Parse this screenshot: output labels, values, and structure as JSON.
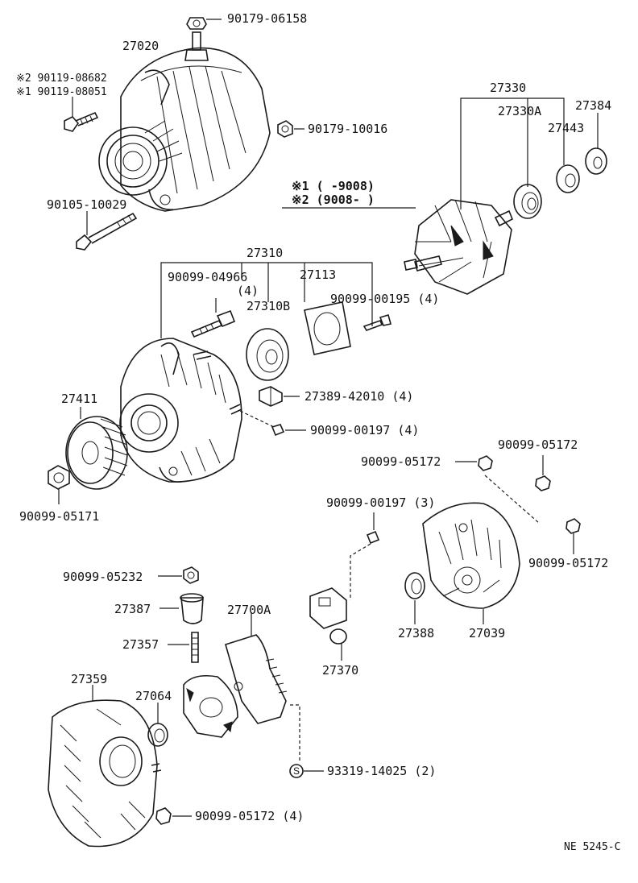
{
  "labels": {
    "p90179_06158": "90179-06158",
    "p27020": "27020",
    "mark2_90119_08682": "※2 90119-08682",
    "mark1_90119_08051": "※1 90119-08051",
    "p90179_10016": "90179-10016",
    "p90105_10029": "90105-10029",
    "p27330": "27330",
    "p27330A": "27330A",
    "p27384": "27384",
    "p27443": "27443",
    "note1": "※1 (      -9008)",
    "note2": "※2 (9008-     )",
    "p27310": "27310",
    "p90099_04966": "90099-04966",
    "qty4_a": "(4)",
    "p27113": "27113",
    "p27310B": "27310B",
    "p90099_00195": "90099-00195 (4)",
    "p27389_42010": "27389-42010 (4)",
    "p27411": "27411",
    "p90099_00197_4": "90099-00197 (4)",
    "p90099_05172_a": "90099-05172",
    "p90099_05172_b": "90099-05172",
    "p90099_05171": "90099-05171",
    "p90099_00197_3": "90099-00197 (3)",
    "p90099_05172_c": "90099-05172",
    "p90099_05232": "90099-05232",
    "p27387": "27387",
    "p27700A": "27700A",
    "p27357": "27357",
    "p27388": "27388",
    "p27039": "27039",
    "p27370": "27370",
    "p27359": "27359",
    "p27064": "27064",
    "p93319_14025": "93319-14025 (2)",
    "s_mark": "S",
    "p90099_05172_d": "90099-05172 (4)",
    "ref_code": "NE 5245-C"
  }
}
